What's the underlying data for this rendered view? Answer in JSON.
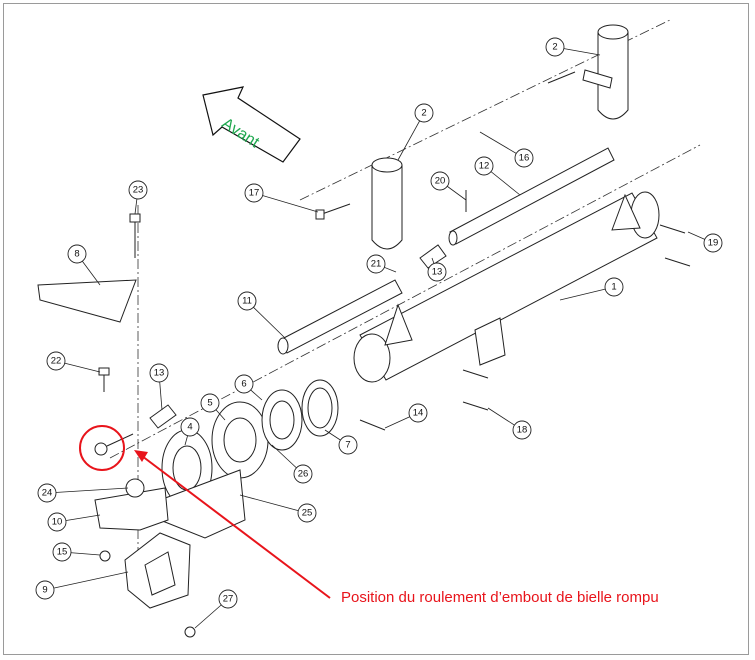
{
  "diagram": {
    "direction_label": "Avant",
    "annotation": "Position du roulement d’embout de bielle rompu",
    "callouts": [
      "1",
      "2",
      "2",
      "12",
      "16",
      "17",
      "20",
      "21",
      "13",
      "13",
      "19",
      "11",
      "8",
      "23",
      "22",
      "6",
      "5",
      "4",
      "7",
      "14",
      "18",
      "26",
      "25",
      "24",
      "10",
      "15",
      "9",
      "27"
    ],
    "colors": {
      "annotation": "#e8141b",
      "direction": "#1fa84f",
      "lines": "#222222"
    }
  }
}
